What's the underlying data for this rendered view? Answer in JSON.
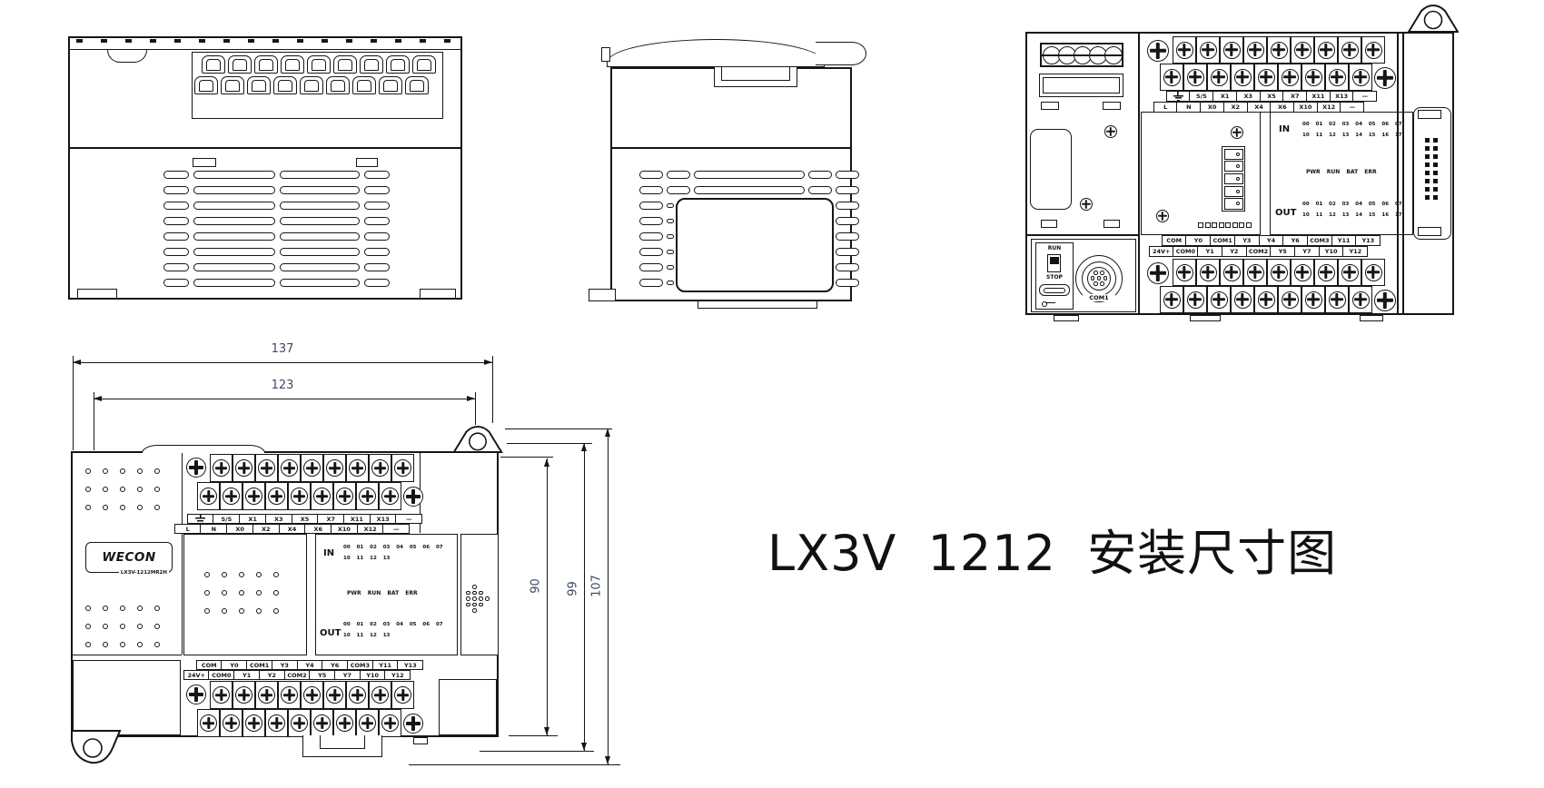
{
  "page": {
    "title": "LX3V 1212 安装尺寸图"
  },
  "branding": {
    "logo_text": "WECON",
    "model_text": "LX3V-1212MR2H"
  },
  "panel": {
    "in_label": "IN",
    "out_label": "OUT",
    "status_row": "PWR RUN BAT ERR",
    "num_row_top": "00 01 02 03 04 05 06 07",
    "num_row_bottom_full": "10 11 12 13 14 15 16 17",
    "num_row_bottom_partial": "10 11 12 13",
    "run_label": "RUN",
    "stop_label": "STOP",
    "com1_label": "COM1"
  },
  "terminals": {
    "input_top": [
      "S/S",
      "X1",
      "X3",
      "X5",
      "X7",
      "X11",
      "X13",
      "—"
    ],
    "input_bottom": [
      "L",
      "N",
      "X0",
      "X2",
      "X4",
      "X6",
      "X10",
      "X12",
      "—"
    ],
    "output_top": [
      "COM",
      "Y0",
      "COM1",
      "Y3",
      "Y4",
      "Y6",
      "COM3",
      "Y11",
      "Y13"
    ],
    "output_bottom": [
      "24V+",
      "COM0",
      "Y1",
      "Y2",
      "COM2",
      "Y5",
      "Y7",
      "Y10",
      "Y12"
    ]
  },
  "dimensions": {
    "overall_width": "137",
    "hole_pitch_width": "123",
    "body_height": "90",
    "hole_height": "99",
    "overall_height": "107"
  },
  "colors": {
    "line": "#161616",
    "dim_text": "#3d4a63",
    "background": "#ffffff"
  }
}
